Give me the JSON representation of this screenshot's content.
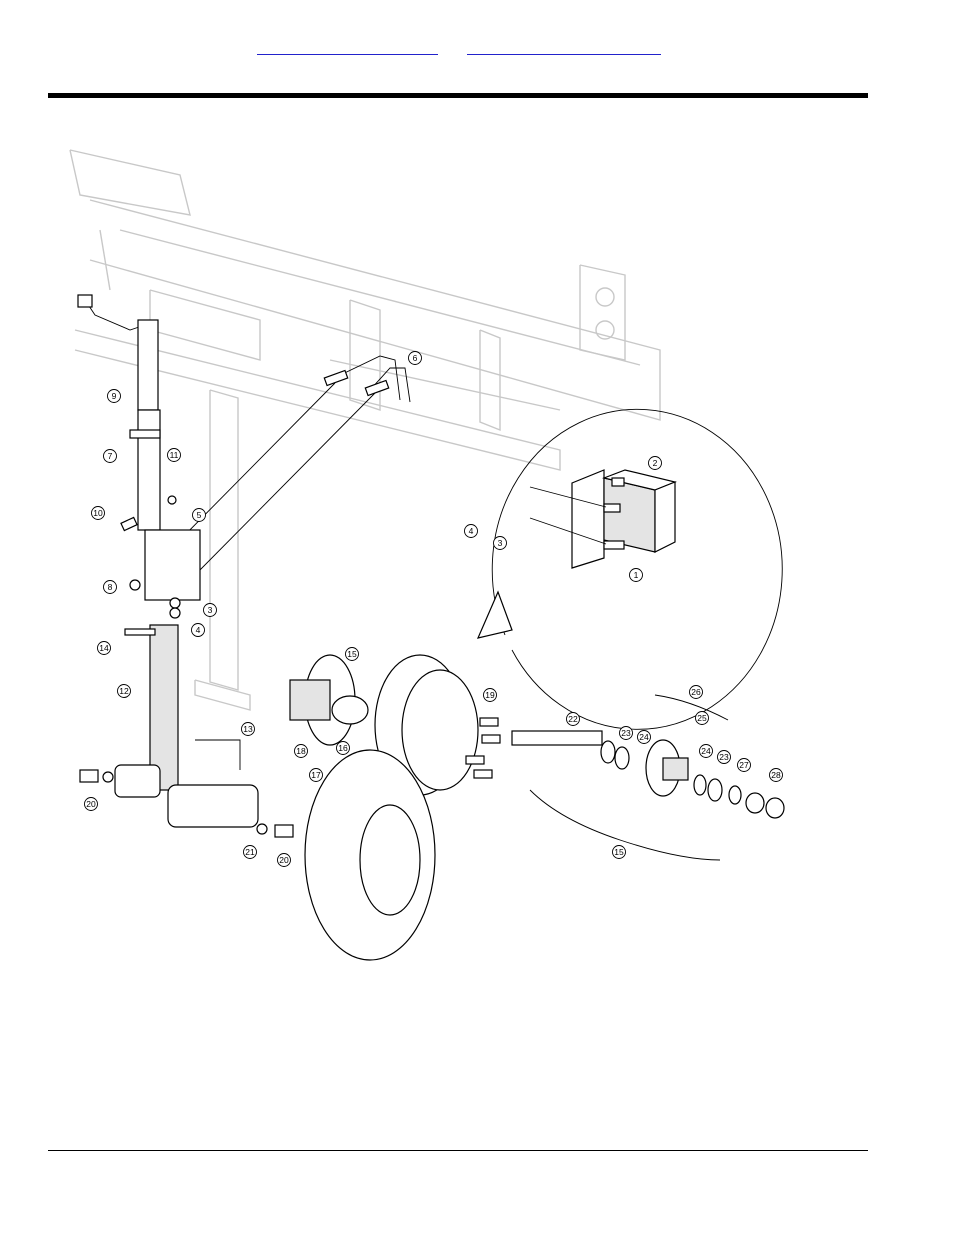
{
  "header": {
    "links": [
      "",
      ""
    ]
  },
  "callouts": [
    {
      "id": "c1",
      "label": "1"
    },
    {
      "id": "c2",
      "label": "2"
    },
    {
      "id": "c3a",
      "label": "3"
    },
    {
      "id": "c3b",
      "label": "3"
    },
    {
      "id": "c4a",
      "label": "4"
    },
    {
      "id": "c4b",
      "label": "4"
    },
    {
      "id": "c5",
      "label": "5"
    },
    {
      "id": "c6",
      "label": "6"
    },
    {
      "id": "c7",
      "label": "7"
    },
    {
      "id": "c8",
      "label": "8"
    },
    {
      "id": "c9",
      "label": "9"
    },
    {
      "id": "c10",
      "label": "10"
    },
    {
      "id": "c11",
      "label": "11"
    },
    {
      "id": "c12",
      "label": "12"
    },
    {
      "id": "c13",
      "label": "13"
    },
    {
      "id": "c14",
      "label": "14"
    },
    {
      "id": "c15a",
      "label": "15"
    },
    {
      "id": "c15b",
      "label": "15"
    },
    {
      "id": "c16",
      "label": "16"
    },
    {
      "id": "c17",
      "label": "17"
    },
    {
      "id": "c18",
      "label": "18"
    },
    {
      "id": "c19",
      "label": "19"
    },
    {
      "id": "c20a",
      "label": "20"
    },
    {
      "id": "c20b",
      "label": "20"
    },
    {
      "id": "c21",
      "label": "21"
    },
    {
      "id": "c22",
      "label": "22"
    },
    {
      "id": "c23a",
      "label": "23"
    },
    {
      "id": "c23b",
      "label": "23"
    },
    {
      "id": "c24a",
      "label": "24"
    },
    {
      "id": "c24b",
      "label": "24"
    },
    {
      "id": "c25",
      "label": "25"
    },
    {
      "id": "c26",
      "label": "26"
    },
    {
      "id": "c27",
      "label": "27"
    },
    {
      "id": "c28",
      "label": "28"
    }
  ]
}
